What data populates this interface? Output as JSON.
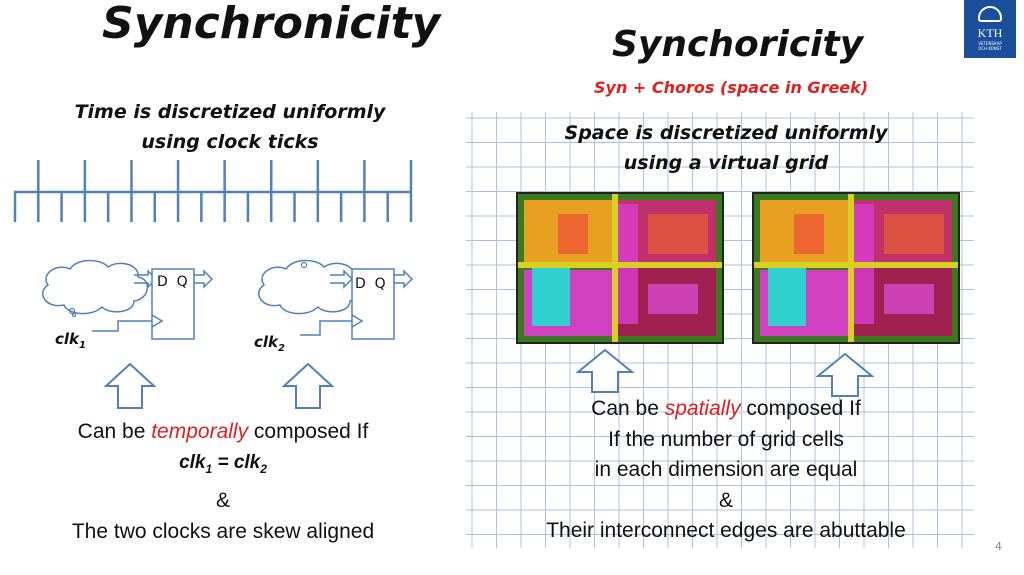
{
  "left": {
    "title": "Synchronicity",
    "heading_line1": "Time is discretized uniformly",
    "heading_line2": "using clock ticks",
    "clk1_base": "clk",
    "clk1_sub": "1",
    "clk2_base": "clk",
    "clk2_sub": "2",
    "dq_label": "D  Q",
    "cond_pre": "Can be ",
    "cond_red": "temporally",
    "cond_post": " composed If",
    "eq_a": "clk",
    "eq_a_sub": "1",
    "eq_mid": " = clk",
    "eq_b_sub": "2",
    "amp": "&",
    "last_line": "The two clocks are skew aligned"
  },
  "right": {
    "title": "Synchoricity",
    "subtitle": "Syn + Choros (space in Greek)",
    "heading_line1": "Space is discretized uniformly",
    "heading_line2": "using a virtual grid",
    "cond_pre": "Can be ",
    "cond_red": "spatially",
    "cond_post": " composed If",
    "line2": "If the number of grid cells",
    "line3": "in each dimension are equal",
    "amp": "&",
    "line5": "Their interconnect edges are abuttable"
  },
  "logo": {
    "text": "KTH",
    "tiny1": "VETENSKAP",
    "tiny2": "OCH KONST"
  },
  "page_number": "4",
  "colors": {
    "accent_red": "#e02020",
    "arrow_blue": "#4f81bd",
    "grid_blue": "#a8c4e0",
    "logo_blue": "#1a4f9c"
  }
}
